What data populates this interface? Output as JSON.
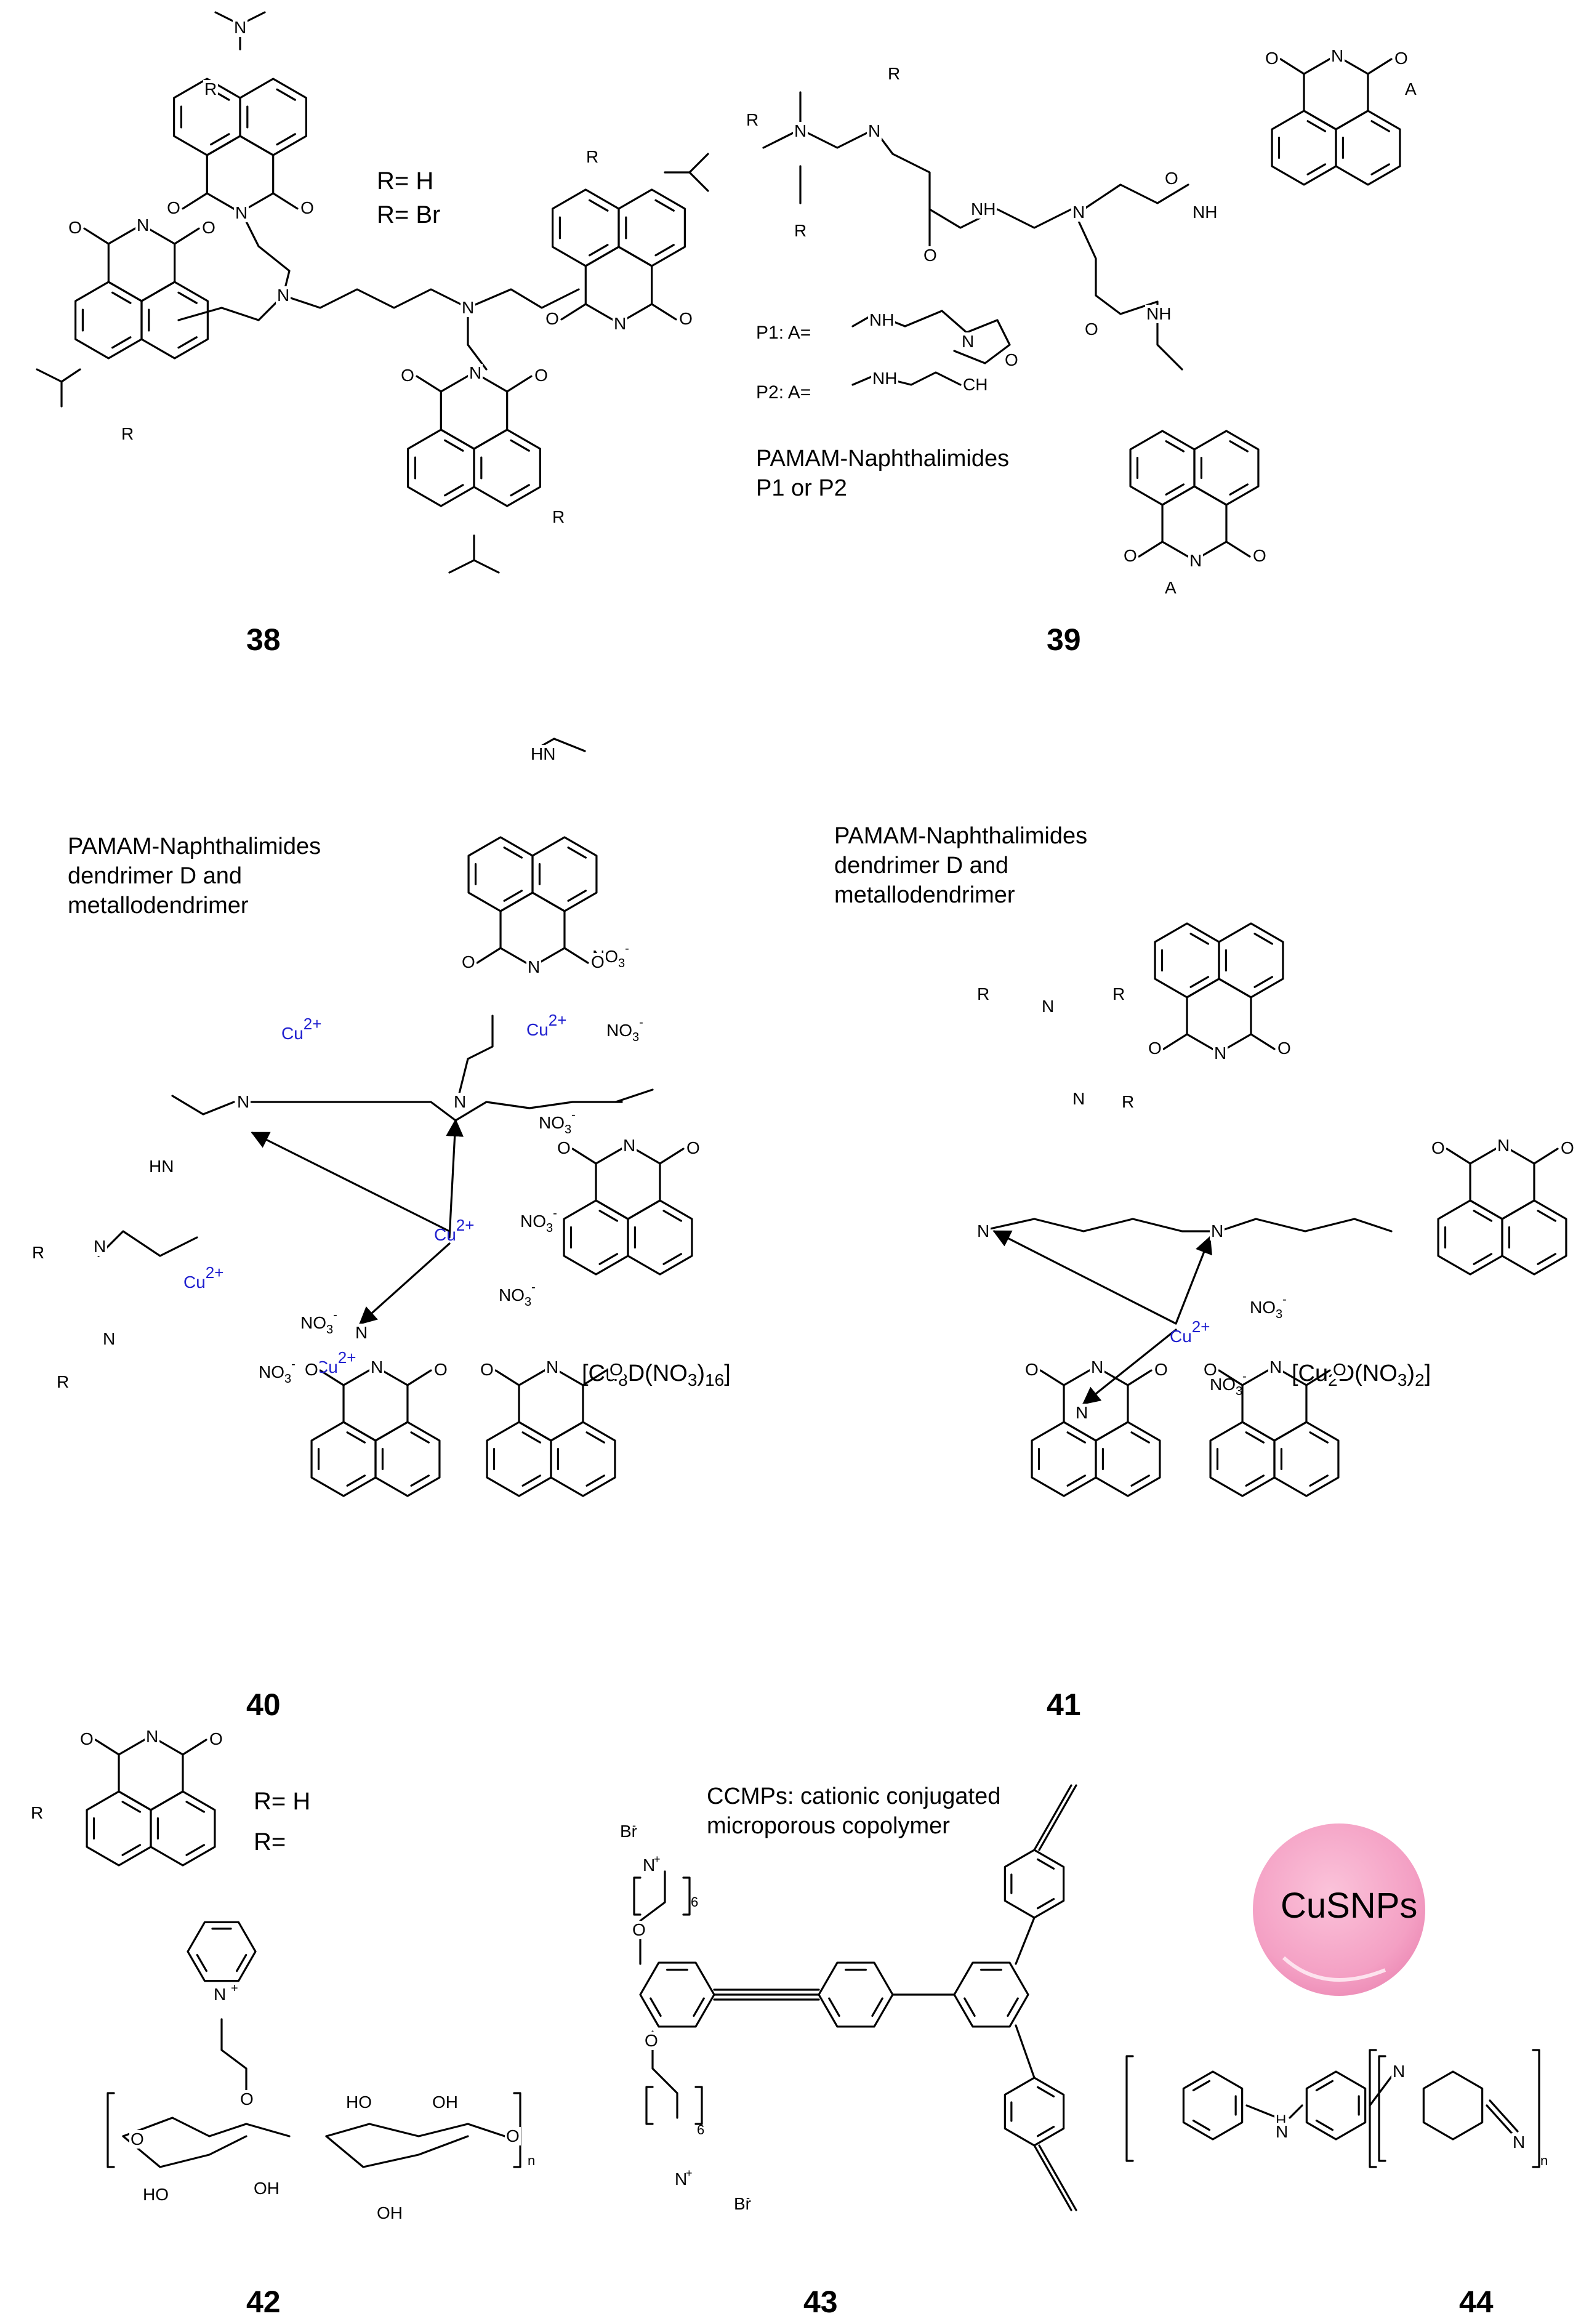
{
  "compounds": [
    {
      "id": "38",
      "label": "38",
      "r_defs": [
        "R= H",
        "R= Br"
      ],
      "notes": []
    },
    {
      "id": "39",
      "label": "39",
      "r_defs": [
        "P1: A=",
        "P2: A="
      ],
      "notes": [
        "PAMAM-Naphthalimides",
        "P1 or P2"
      ]
    },
    {
      "id": "40",
      "label": "40",
      "r_defs": [],
      "notes": [
        "PAMAM-Naphthalimides",
        "dendrimer D and",
        "metallodendrimer"
      ],
      "formula": {
        "pre": "[Cu",
        "s1": "8",
        "mid": "D(NO",
        "s2": "3",
        "post": ")",
        "s3": "16",
        "end": "]"
      }
    },
    {
      "id": "41",
      "label": "41",
      "r_defs": [],
      "notes": [
        "PAMAM-Naphthalimides",
        "dendrimer D and",
        "metallodendrimer"
      ],
      "formula": {
        "pre": "[Cu",
        "s1": "2",
        "mid": "D(NO",
        "s2": "3",
        "post": ")",
        "s3": "2",
        "end": "]"
      }
    },
    {
      "id": "42",
      "label": "42",
      "r_defs": [
        "R= H",
        "R="
      ],
      "notes": []
    },
    {
      "id": "43",
      "label": "43",
      "r_defs": [],
      "notes": [
        "CCMPs: cationic conjugated",
        "microporous copolymer"
      ]
    },
    {
      "id": "44",
      "label": "44",
      "r_defs": [],
      "notes": [],
      "nanoparticle": "CuSNPs"
    }
  ],
  "ions": {
    "copper": "Cu",
    "copper_charge": "2+",
    "nitrate": "NO",
    "nitrate_sub": "3",
    "nitrate_charge": "-",
    "bromide": "Br",
    "bromide_charge": "-"
  },
  "atoms": {
    "N": "N",
    "O": "O",
    "R": "R",
    "A": "A",
    "HN": "HN",
    "NH": "NH",
    "H": "H",
    "HO": "HO",
    "OH": "OH",
    "n": "n",
    "six": "6",
    "CH3": "CH",
    "three": "3",
    "plus": "+"
  },
  "colors": {
    "copper_ion": "#1f1fcf",
    "nanoparticle_fill": "#f7a6c8",
    "nanoparticle_highlight": "#fde3ee",
    "ink": "#000000"
  }
}
